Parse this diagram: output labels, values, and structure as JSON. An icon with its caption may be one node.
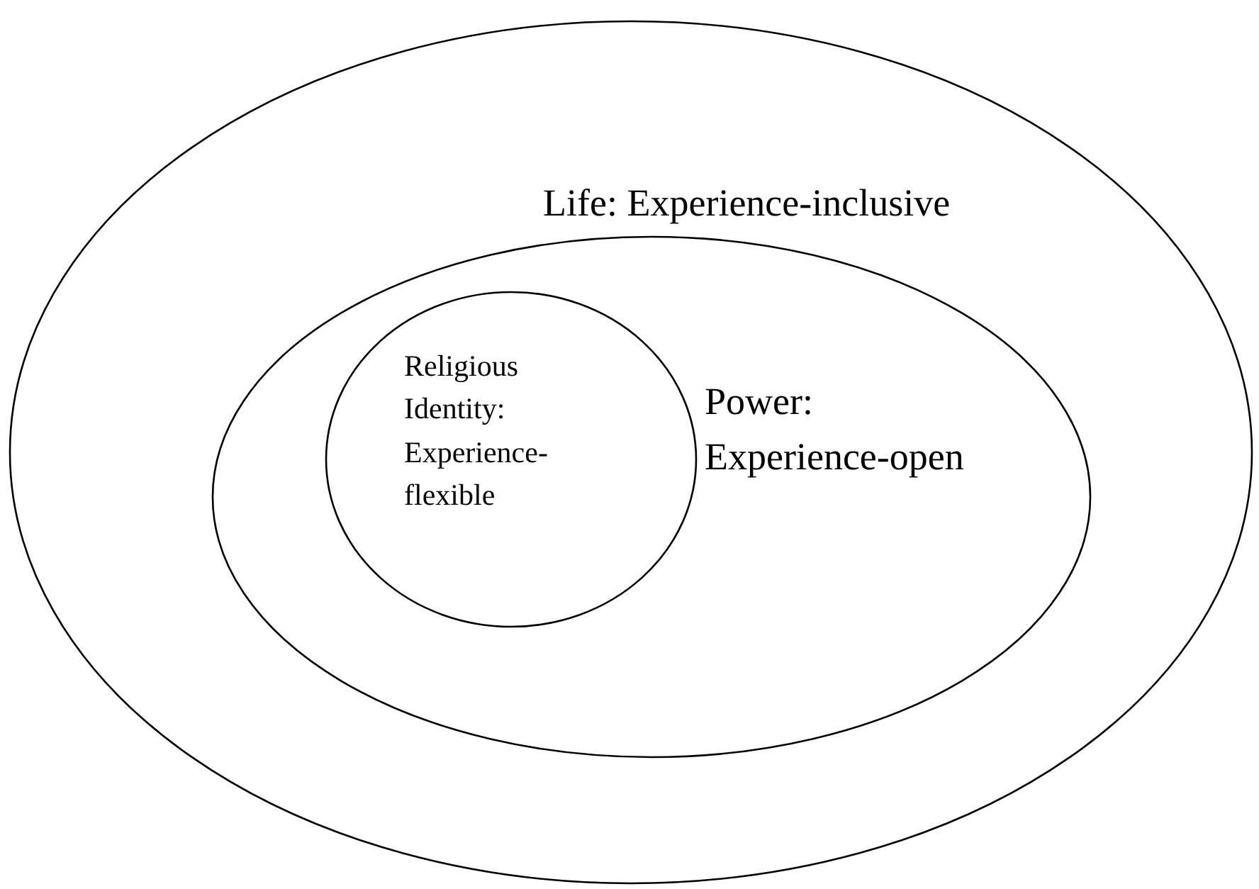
{
  "diagram": {
    "nodes": [
      {
        "text": [
          "Life: Experience-inclusive"
        ]
      },
      {
        "text": [
          "Power: Experience-open"
        ],
        "in": 0
      },
      {
        "text": [
          "Religious Identity: Experience-flexible"
        ],
        "in": 1
      }
    ]
  }
}
